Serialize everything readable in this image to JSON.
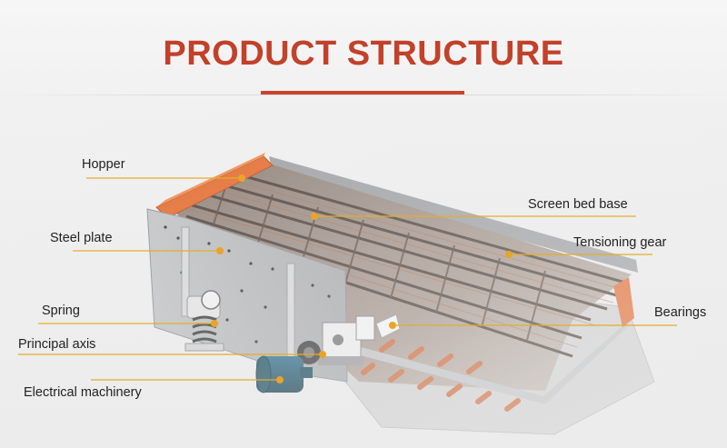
{
  "title": "PRODUCT STRUCTURE",
  "colors": {
    "accent": "#c2412a",
    "leader_line": "#e3ad2e",
    "marker": "#e8a528",
    "frame": "#b7b8ba",
    "orange_part": "#e46a2c",
    "motor": "#1f5770"
  },
  "labels": [
    {
      "id": "hopper",
      "text": "Hopper"
    },
    {
      "id": "steel-plate",
      "text": "Steel plate"
    },
    {
      "id": "spring",
      "text": "Spring"
    },
    {
      "id": "principal-axis",
      "text": "Principal axis"
    },
    {
      "id": "electrical-machinery",
      "text": "Electrical machinery"
    },
    {
      "id": "screen-bed-base",
      "text": "Screen bed base"
    },
    {
      "id": "tensioning-gear",
      "text": "Tensioning gear"
    },
    {
      "id": "bearings",
      "text": "Bearings"
    }
  ]
}
